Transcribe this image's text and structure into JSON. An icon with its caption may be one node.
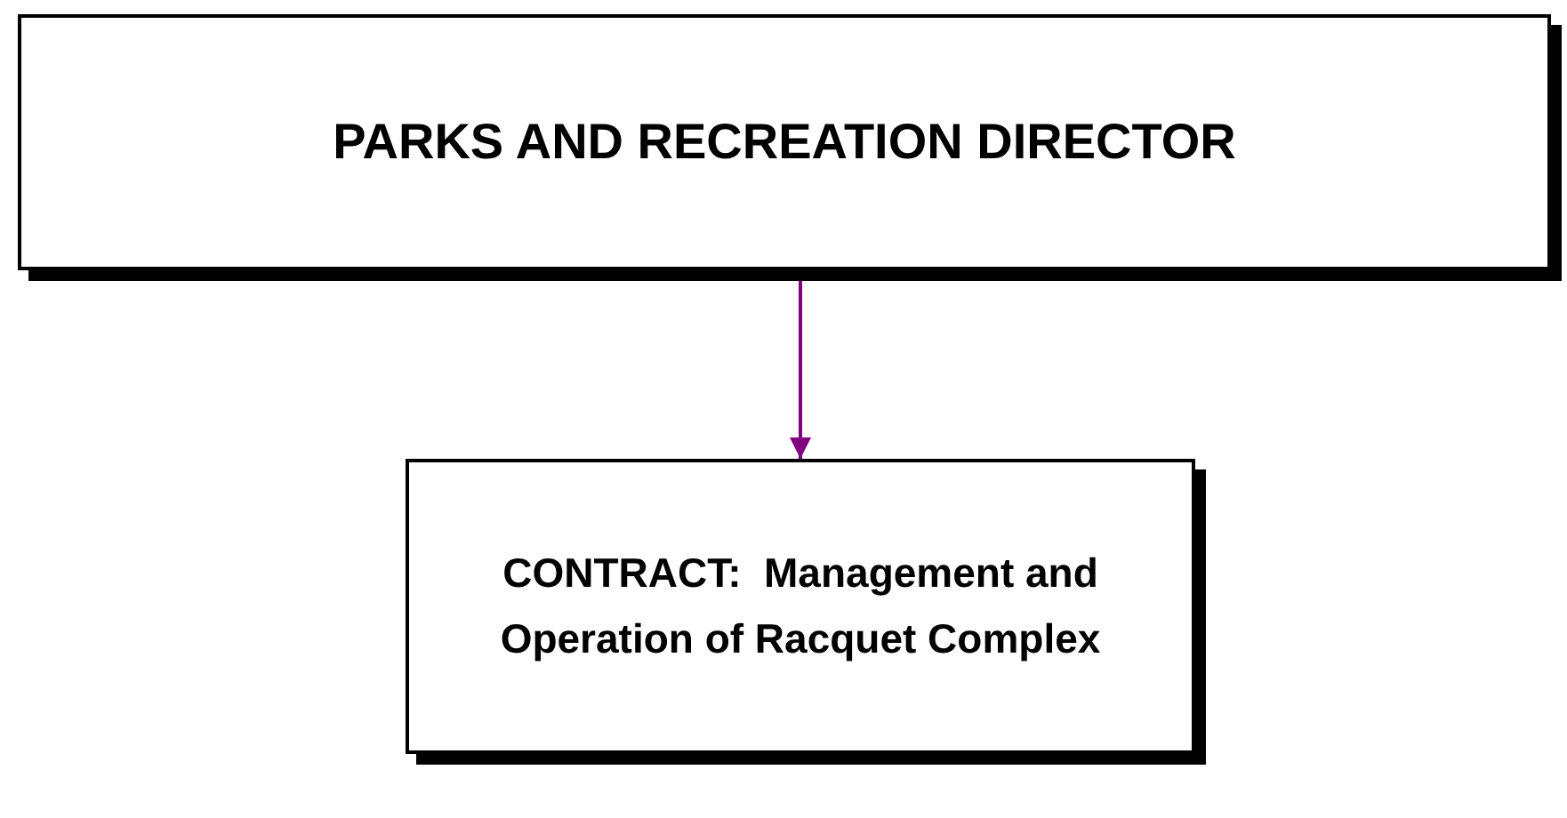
{
  "diagram": {
    "nodes": [
      {
        "text": [
          "PARKS AND RECREATION DIRECTOR"
        ]
      },
      {
        "text": [
          "CONTRACT:  Management and Operation of Racquet Complex"
        ]
      }
    ],
    "edges": [
      {
        "from": 0,
        "to": 1,
        "arrow": "to"
      }
    ]
  }
}
